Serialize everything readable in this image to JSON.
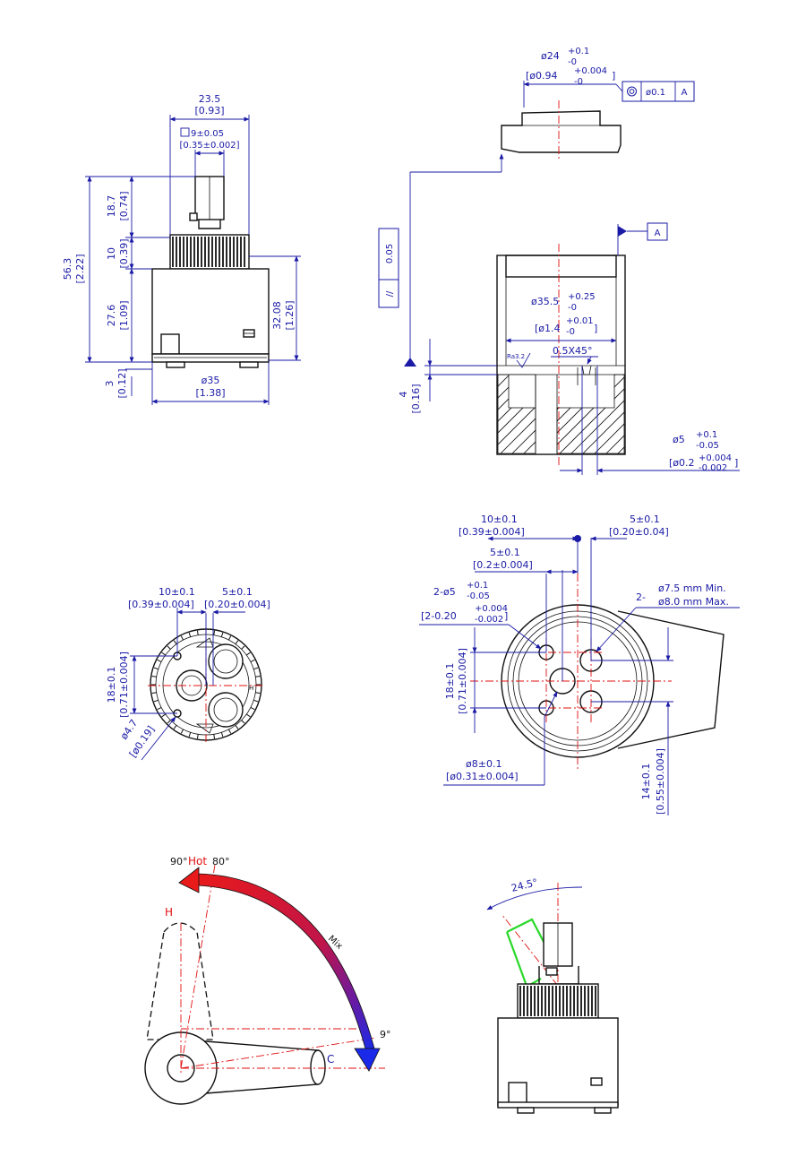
{
  "views": {
    "side": {
      "top_width": "23.5",
      "top_width_in": "[0.93]",
      "square": "9±0.05",
      "square_in": "[0.35±0.002]",
      "stem": "18.7",
      "stem_in": "[0.74]",
      "gear": "10",
      "gear_in": "[0.39]",
      "overall": "56.3",
      "overall_in": "[2.22]",
      "body": "27.6",
      "body_in": "[1.09]",
      "base": "3",
      "base_in": "[0.12]",
      "right": "32.08",
      "right_in": "[1.26]",
      "dia": "ø35",
      "dia_in": "[1.38]"
    },
    "seat": {
      "d24": "ø24",
      "d24_tol_up": "+0.1",
      "d24_tol_dn": "-0",
      "d24_in": "[ø0.94",
      "d24_in_up": "+0.004",
      "d24_in_dn": "-0",
      "fcf_sym": "◎",
      "fcf_val": "ø0.1",
      "fcf_ref": "A",
      "datum": "A",
      "parallel_sym": "//",
      "parallel_val": "0.05",
      "d355": "ø35.5",
      "d355_up": "+0.25",
      "d355_dn": "-0",
      "d14": "[ø1.4",
      "d14_up": "+0.01",
      "d14_dn": "-0",
      "chamfer": "0.5X45°",
      "ra": "Ra3.2",
      "depth": "4",
      "depth_in": "[0.16]",
      "d5": "ø5",
      "d5_up": "+0.1",
      "d5_dn": "-0.05",
      "d02": "[ø0.2",
      "d02_up": "+0.004",
      "d02_dn": "-0.002"
    },
    "bottom": {
      "a": "10±0.1",
      "a_in": "[0.39±0.004]",
      "b": "5±0.1",
      "b_in": "[0.20±0.004]",
      "c": "18±0.1",
      "c_in": "[0.71±0.004]",
      "d": "ø4.7",
      "d_in": "[ø0.19]"
    },
    "holes": {
      "top_a": "10±0.1",
      "top_a_in": "[0.39±0.004]",
      "top_b": "5±0.1",
      "top_b_in": "[0.20±0.04]",
      "mid": "5±0.1",
      "mid_in": "[0.2±0.004]",
      "h2": "2-ø5",
      "h2_up": "+0.1",
      "h2_dn": "-0.05",
      "h2_in": "[2-0.20",
      "h2_in_up": "+0.004",
      "h2_in_dn": "-0.002",
      "big_pre": "2-",
      "big_min": "ø7.5  mm  Min.",
      "big_max": "ø8.0  mm  Max.",
      "v18": "18±0.1",
      "v18_in": "[0.71±0.004]",
      "v14": "14±0.1",
      "v14_in": "[0.55±0.004]",
      "d8": "ø8±0.1",
      "d8_in": "[ø0.31±0.004]"
    },
    "handle": {
      "a90": "90°",
      "hot": "Hot",
      "a80": "80°",
      "h": "H",
      "mix": "Mix",
      "a9": "9°",
      "c": "C"
    },
    "tilt": {
      "angle": "24.5°"
    }
  }
}
